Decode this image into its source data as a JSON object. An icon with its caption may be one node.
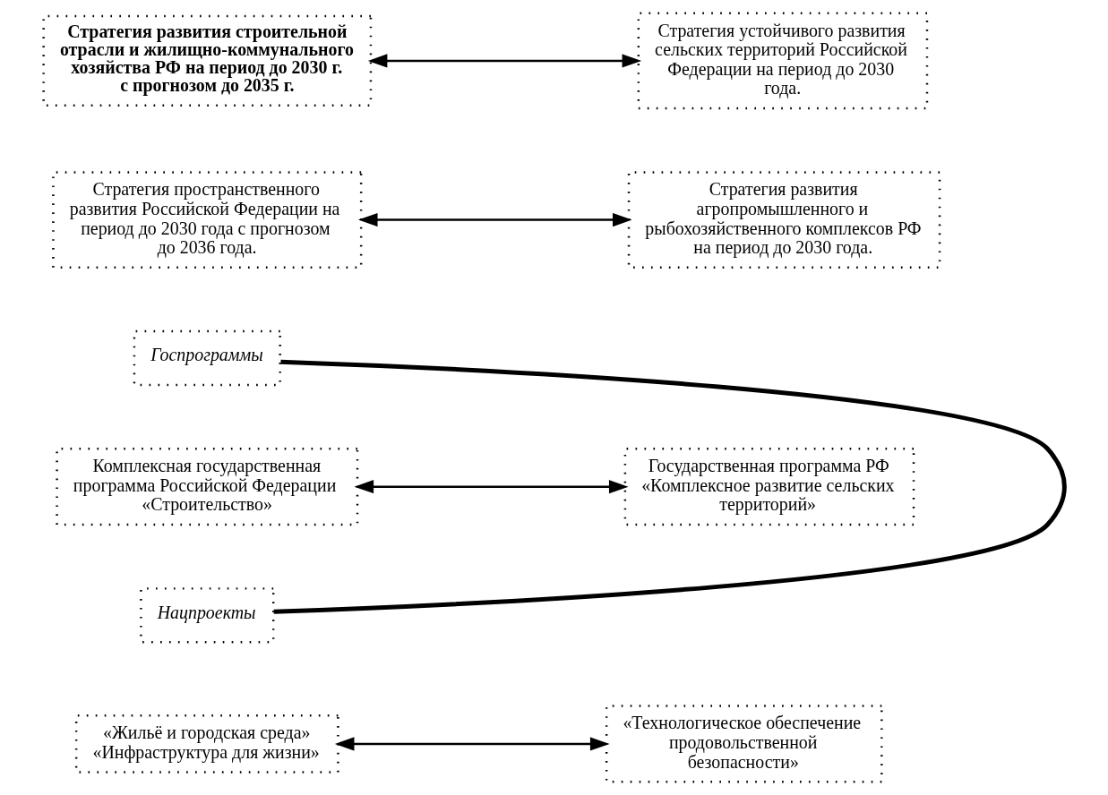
{
  "diagram": {
    "nodes": [
      {
        "text": [
          "Стратегия развития строительной отрасли и жилищно-коммунального хозяйства РФ на период до 2030 г. с прогнозом до 2035 г."
        ]
      },
      {
        "text": [
          "Стратегия устойчивого развития сельских территорий Российской Федерации на период до 2030 года."
        ]
      },
      {
        "text": [
          "Стратегия пространственного развития Российской Федерации на период до 2030 года с прогнозом до 2036 года."
        ]
      },
      {
        "text": [
          "Стратегия развития агропромышленного и рыбохозяйственного комплексов РФ на период до 2030 года."
        ]
      },
      {
        "text": [
          "Госпрограммы"
        ]
      },
      {
        "text": [
          "Комплексная государственная программа Российской Федерации «Строительство»"
        ]
      },
      {
        "text": [
          "Государственная программа РФ «Комплексное развитие сельских территорий»"
        ]
      },
      {
        "text": [
          "Нацпроекты"
        ]
      },
      {
        "text": [
          "«Жильё и городская среда» «Инфраструктура для жизни»"
        ]
      },
      {
        "text": [
          "«Технологическое обеспечение продовольственной безопасности»"
        ]
      }
    ],
    "edges": [
      {
        "from": 0,
        "to": 1,
        "arrow": "both"
      },
      {
        "from": 2,
        "to": 3,
        "arrow": "both"
      },
      {
        "from": 4,
        "to": 7,
        "arrow": "none",
        "style": "thick"
      },
      {
        "from": 5,
        "to": 6,
        "arrow": "both"
      },
      {
        "from": 8,
        "to": 9,
        "arrow": "both"
      }
    ]
  }
}
